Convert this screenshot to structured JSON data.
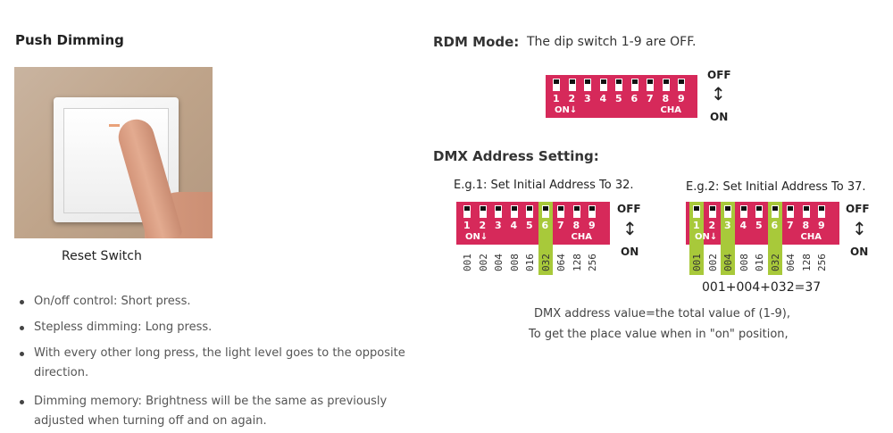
{
  "left": {
    "title": "Push Dimming",
    "caption": "Reset Switch",
    "bullets": [
      "On/off control: Short press.",
      "Stepless dimming: Long press.",
      "With every other long press, the light level goes to the opposite direction.",
      "Dimming memory: Brightness will be the same as previously adjusted when turning off and on again."
    ]
  },
  "rdm": {
    "title": "RDM Mode:",
    "text": "The dip switch 1-9 are OFF.",
    "on_label": "ON",
    "cha_label": "CHA",
    "off": "OFF",
    "on": "ON",
    "arrow": "↕"
  },
  "dmx": {
    "title": "DMX Address Setting:",
    "eg1_label": "E.g.1: Set Initial Address To 32.",
    "eg2_label": "E.g.2: Set Initial Address To 37.",
    "switch_numbers": [
      "1",
      "2",
      "3",
      "4",
      "5",
      "6",
      "7",
      "8",
      "9"
    ],
    "place_values": [
      "001",
      "002",
      "004",
      "008",
      "016",
      "032",
      "064",
      "128",
      "256"
    ],
    "eg1_on_switches": [
      6
    ],
    "eg2_on_switches": [
      1,
      3,
      6
    ],
    "sum_text": "001+004+032=37",
    "note_line1": "DMX address value=the total value of (1-9),",
    "note_line2": "To get the place value when in \"on\" position,"
  },
  "colors": {
    "dip_red": "#d6295a",
    "highlight_green": "#a8c93a"
  }
}
